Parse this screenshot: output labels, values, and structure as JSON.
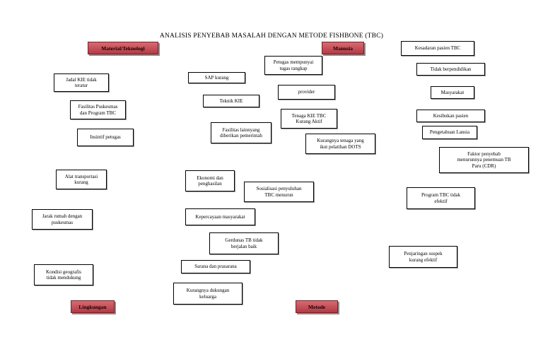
{
  "title": "ANALISIS PENYEBAB MASALAH DENGAN METODE FISHBONE (TBC)",
  "categories": {
    "material": "Material/Teknologi",
    "manusia": "Manusia",
    "lingkungan": "Lingkungan",
    "metode": "Metode"
  },
  "causes": [
    "Jadal KIE tidak\nteratur",
    "Fasilitas Puskesmas\ndan Program TBC",
    "Insintif petugas",
    "Alat transportasi\nkurang",
    "Jarak rumah dengan\npuskesmas",
    "Kondisi geografis\ntidak mendukung",
    "SAP kurang",
    "Teknik KIE",
    "Fasilitas lainnyang\ndiberikan pemerintah",
    "Ekonomi dan\npenghasilan",
    "Kepercayaan masyarakat",
    "Gerdunas TB tidak\nberjalan baik",
    "Sarana dan prasarana",
    "Kurangnya dukungan\nkeluarga",
    "Petugas mempunyai\ntugas rangkap",
    "provider",
    "Tenaga KIE TBC\nKurang Aktif",
    "Kurangnya tenaga yang\nikut pelatihan DOTS",
    "Sosialisasi penyuluhan\nTBC menurun",
    "Kesadaran pasien TBC",
    "Tidak berpendidikan",
    "Masyarakat",
    "Kesibukan pasien",
    "Pengetahuan Lansia",
    "Faktor penyebab\nmenurunnya penemuan TB\nParu (CDR)",
    "Program TBC tidak\nefektif",
    "Penjaringan suspek\nkurang efektif"
  ]
}
